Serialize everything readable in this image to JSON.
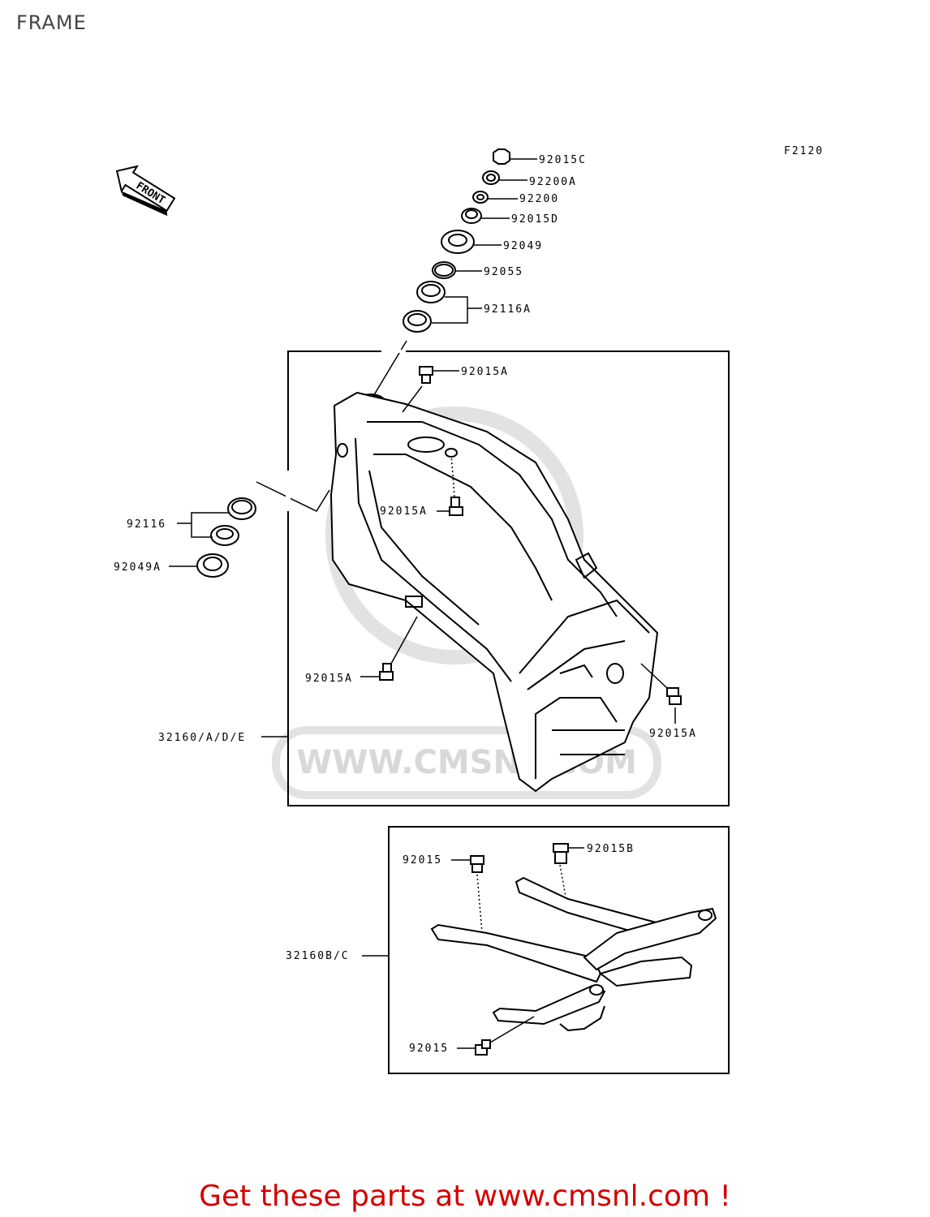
{
  "page_title": "FRAME",
  "figure_code": "F2120",
  "front_label": "FRONT",
  "watermark": "WWW.CMSNL.COM",
  "labels": {
    "p92015C": "92015C",
    "p92200A": "92200A",
    "p92200": "92200",
    "p92015D": "92015D",
    "p92049": "92049",
    "p92055": "92055",
    "p92116A": "92116A",
    "p92015A_top": "92015A",
    "p92015A_mid": "92015A",
    "p92116": "92116",
    "p92049A": "92049A",
    "p92015A_low": "92015A",
    "p92015A_right": "92015A",
    "p32160ADE": "32160/A/D/E",
    "p92015_sub_top": "92015",
    "p92015B": "92015B",
    "p32160BC": "32160B/C",
    "p92015_sub_bot": "92015"
  },
  "footer": "Get these parts at www.cmsnl.com !",
  "colors": {
    "footer": "#d40000",
    "line": "#000000",
    "watermark": "#d8d8d8"
  }
}
